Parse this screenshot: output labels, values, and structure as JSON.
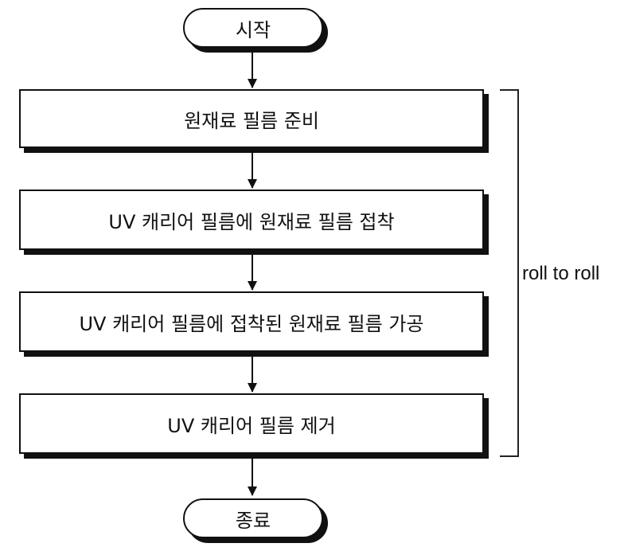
{
  "start": "시작",
  "steps": [
    "원재료 필름 준비",
    "UV 캐리어 필름에 원재료 필름 접착",
    "UV 캐리어 필름에 접착된 원재료 필름 가공",
    "UV 캐리어 필름 제거"
  ],
  "end": "종료",
  "bracket_label": "roll to roll"
}
